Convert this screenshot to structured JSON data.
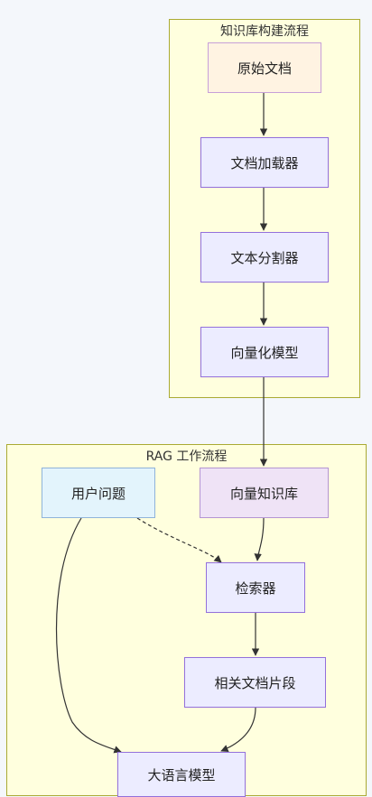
{
  "clusters": {
    "kb_build": {
      "title": "知识库构建流程"
    },
    "rag": {
      "title": "RAG 工作流程"
    }
  },
  "nodes": {
    "raw_doc": "原始文档",
    "doc_loader": "文档加载器",
    "text_splitter": "文本分割器",
    "vector_model": "向量化模型",
    "vector_kb": "向量知识库",
    "user_question": "用户问题",
    "retriever": "检索器",
    "related_chunks": "相关文档片段",
    "llm": "大语言模型"
  },
  "colors": {
    "cluster_fill": "#ffffde",
    "cluster_border": "#aaaa33",
    "node_fill": "#ececff",
    "node_border": "#9370db",
    "doc_fill": "#fff3e2",
    "user_fill": "#e3f4fc",
    "kb_fill": "#efe3f6",
    "edge": "#333333"
  }
}
